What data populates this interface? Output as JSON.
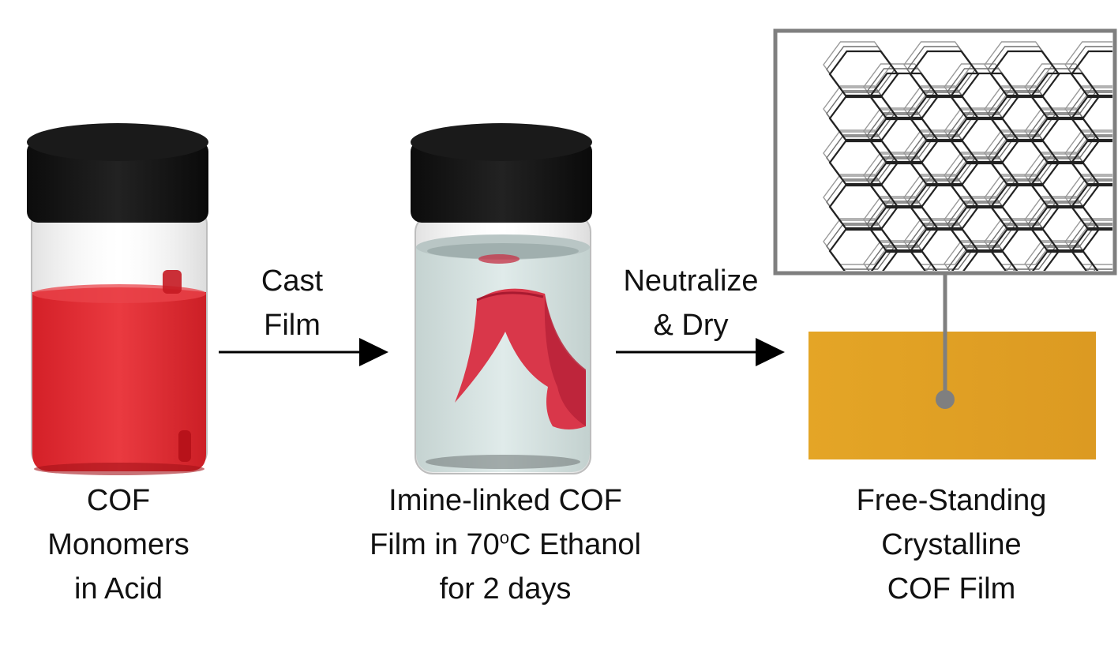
{
  "steps": [
    {
      "lines": [
        "COF",
        "Monomers",
        "in Acid"
      ]
    },
    {
      "lines": [
        "Imine-linked COF",
        "Film in 70",
        "C Ethanol",
        "for 2 days"
      ],
      "superscript": "o"
    },
    {
      "lines": [
        "Free-Standing",
        "Crystalline",
        "COF Film"
      ]
    }
  ],
  "arrows": [
    {
      "lines": [
        "Cast",
        "Film"
      ]
    },
    {
      "lines": [
        "Neutralize",
        "& Dry"
      ]
    }
  ],
  "colors": {
    "acid_solution": "#e22b33",
    "cap": "#111111",
    "ethanol": "#d8e6e4",
    "cof_film_wet": "#d9374a",
    "cof_film_dry": "#e3a326",
    "inset_frame": "#7f7f7f",
    "arrow": "#000000"
  },
  "icons": [
    "vial-with-red-solution",
    "vial-with-film-in-ethanol",
    "crystalline-film-sheet",
    "honeycomb-lattice-inset"
  ]
}
